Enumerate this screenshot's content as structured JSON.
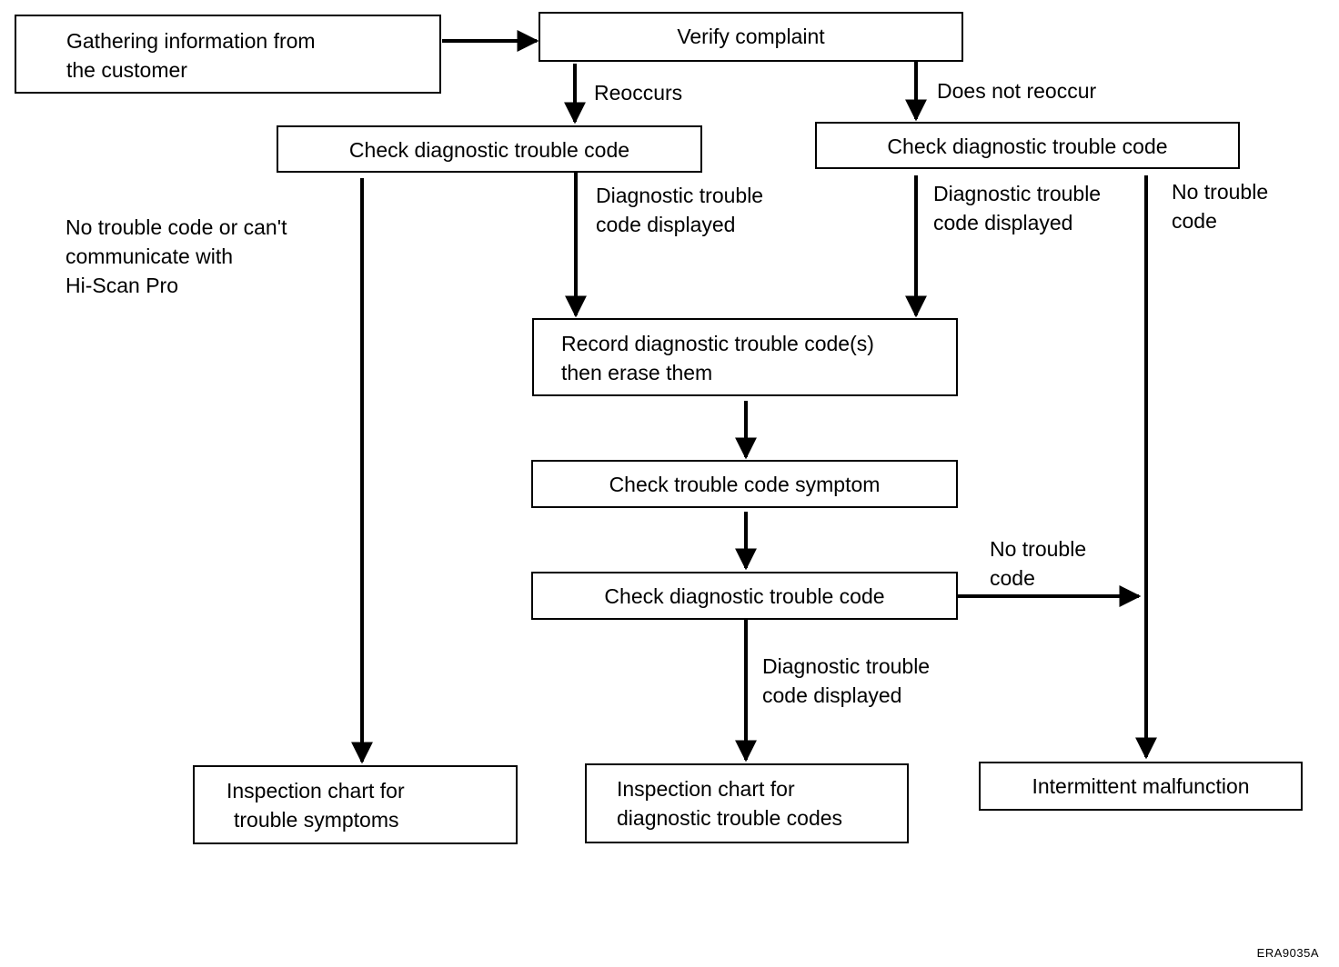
{
  "boxes": {
    "gather": [
      "Gathering information from",
      "the customer"
    ],
    "verify": [
      "Verify complaint"
    ],
    "check_left": [
      "Check diagnostic trouble code"
    ],
    "check_right": [
      "Check diagnostic trouble code"
    ],
    "record": [
      "Record diagnostic trouble code(s)",
      "then erase them"
    ],
    "symptom": [
      "Check trouble code symptom"
    ],
    "check_bottom": [
      "Check diagnostic trouble code"
    ],
    "insp_symptoms": [
      "Inspection chart for",
      "trouble symptoms"
    ],
    "insp_codes": [
      "Inspection chart for",
      "diagnostic trouble codes"
    ],
    "intermittent": [
      "Intermittent malfunction"
    ]
  },
  "labels": {
    "reoccurs": [
      "Reoccurs"
    ],
    "not_reoccur": [
      "Does not reoccur"
    ],
    "no_code_left": [
      "No trouble code or can't",
      "communicate with",
      "Hi-Scan Pro"
    ],
    "dtc_displayed_1": [
      "Diagnostic trouble",
      "code displayed"
    ],
    "dtc_displayed_2": [
      "Diagnostic trouble",
      "code displayed"
    ],
    "no_code_right": [
      "No trouble",
      "code"
    ],
    "no_code_mid": [
      "No trouble",
      "code"
    ],
    "dtc_displayed_3": [
      "Diagnostic trouble",
      "code displayed"
    ]
  },
  "figure_code": "ERA9035A"
}
